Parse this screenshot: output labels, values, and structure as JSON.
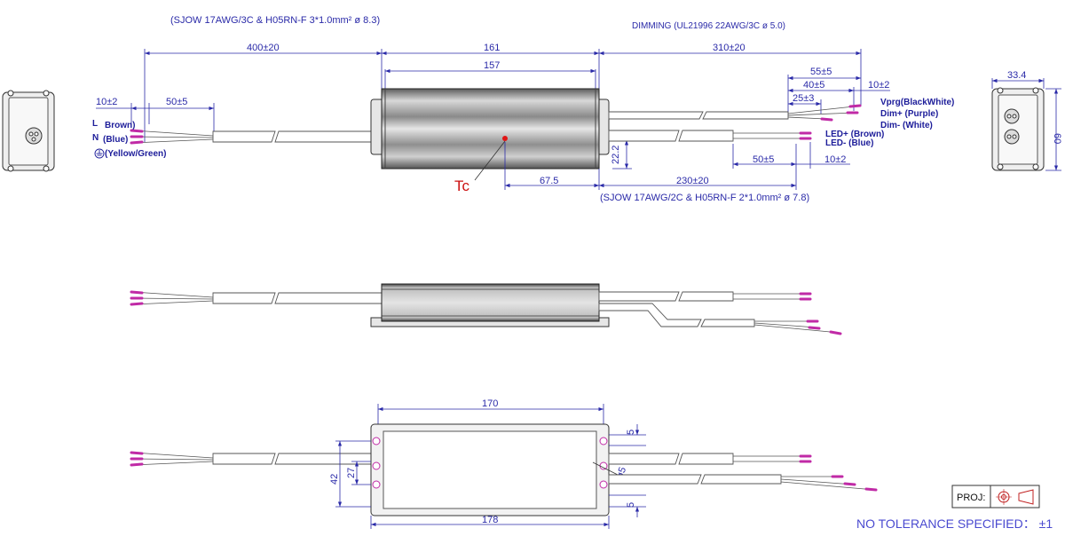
{
  "title": "",
  "top_view": {
    "ac_cable_spec": "(SJOW 17AWG/3C & H05RN-F 3*1.0mm² ø 8.3)",
    "dimming_cable_spec": "DIMMING (UL21996 22AWG/3C ø 5.0)",
    "dc_cable_spec": "(SJOW 17AWG/2C & H05RN-F 2*1.0mm² ø 7.8)",
    "dims": {
      "d400": "400±20",
      "d161": "161",
      "d157": "157",
      "d310": "310±20",
      "d55": "55±5",
      "d40": "40±5",
      "d25": "25±3",
      "d10a": "10±2",
      "d10b": "10±2",
      "d50a": "50±5",
      "d222": "22.2",
      "d675": "67.5",
      "d230": "230±20",
      "d50b": "50±5",
      "d10c": "10±2"
    },
    "input_labels": {
      "l_letter": "L",
      "l_color": "Brown)",
      "n_letter": "N",
      "n_color": "(Blue)",
      "ground": "(Yellow/Green)"
    },
    "dim_labels": {
      "vprg": "Vprg(BlackWhite)",
      "dimp": "Dim+ (Purple)",
      "dimm": "Dim- (White)"
    },
    "led_labels": {
      "ledp": "LED+ (Brown)",
      "ledm": "LED- (Blue)"
    },
    "tc": "Tc"
  },
  "end_view_dims": {
    "width": "33.4",
    "height": "60"
  },
  "bottom_view": {
    "dims": {
      "d170": "170",
      "d178": "178",
      "d42": "42",
      "d27": "27",
      "d5a": "5",
      "d5b": "5",
      "dhole": "ø5"
    }
  },
  "proj_label": "PROJ:",
  "tolerance_note": "NO TOLERANCE SPECIFIED： ±1",
  "colors": {
    "dimension": "#2a2aa8",
    "wire_tip": "#c02aa6",
    "tc_marker": "#cc1010",
    "note": "#4a4ad0"
  }
}
